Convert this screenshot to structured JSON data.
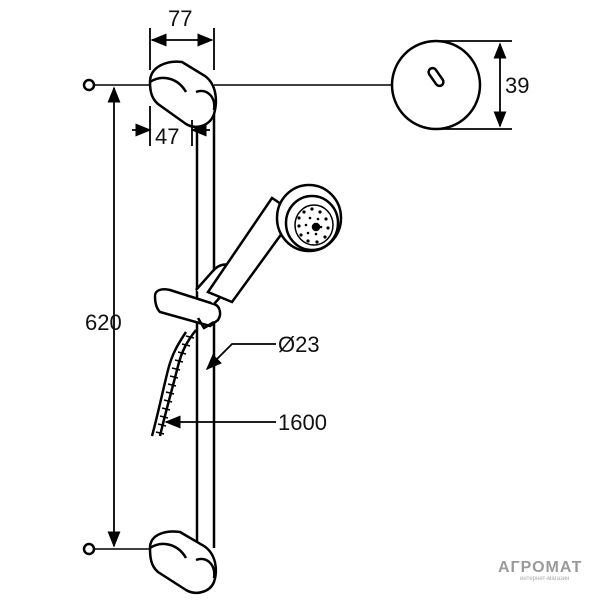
{
  "dimensions": {
    "bracket_width": "77",
    "bracket_depth": "47",
    "cap_diameter": "39",
    "rail_length": "620",
    "rail_diameter": "Ø23",
    "hose_length": "1600"
  },
  "watermark": {
    "brand": "AГРОМАТ",
    "tagline": "интернет-магазин"
  },
  "colors": {
    "line": "#000000",
    "watermark": "#9a9a9a"
  }
}
